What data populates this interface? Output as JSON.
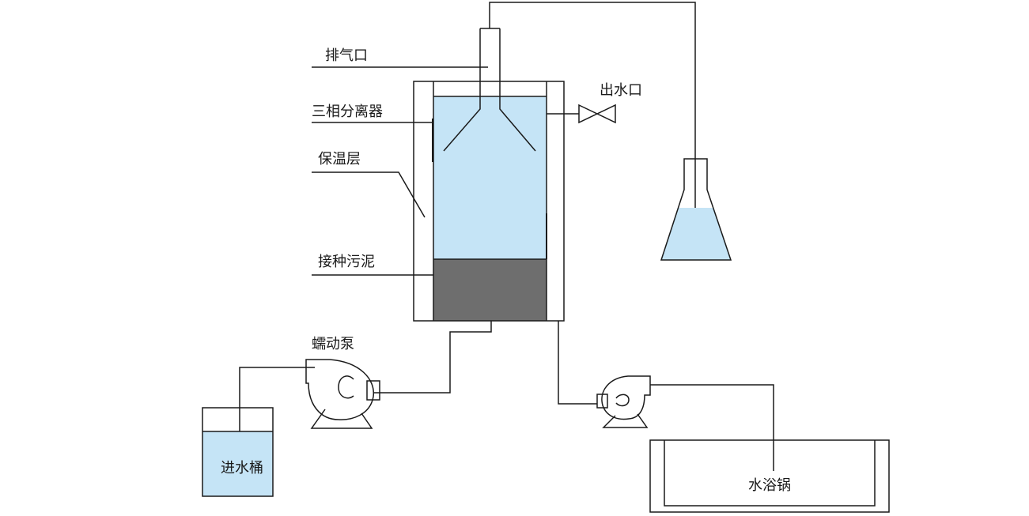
{
  "diagram": {
    "title": "",
    "labels": {
      "gas_outlet": "排气口",
      "three_phase_separator": "三相分离器",
      "insulation_layer": "保温层",
      "inoculated_sludge": "接种污泥",
      "water_outlet": "出水口",
      "peristaltic_pump": "蠕动泵",
      "inlet_bucket": "进水桶",
      "water_bath": "水浴锅"
    },
    "colors": {
      "water": "#c5e4f6",
      "sludge": "#6e6e6e",
      "line": "#1a1a1a"
    },
    "components": [
      "reactor",
      "three-phase-separator",
      "gas-outlet-pipe",
      "water-outlet-valve",
      "gas-collection-flask",
      "peristaltic-pump",
      "circulation-pump",
      "inlet-bucket",
      "water-bath"
    ]
  }
}
